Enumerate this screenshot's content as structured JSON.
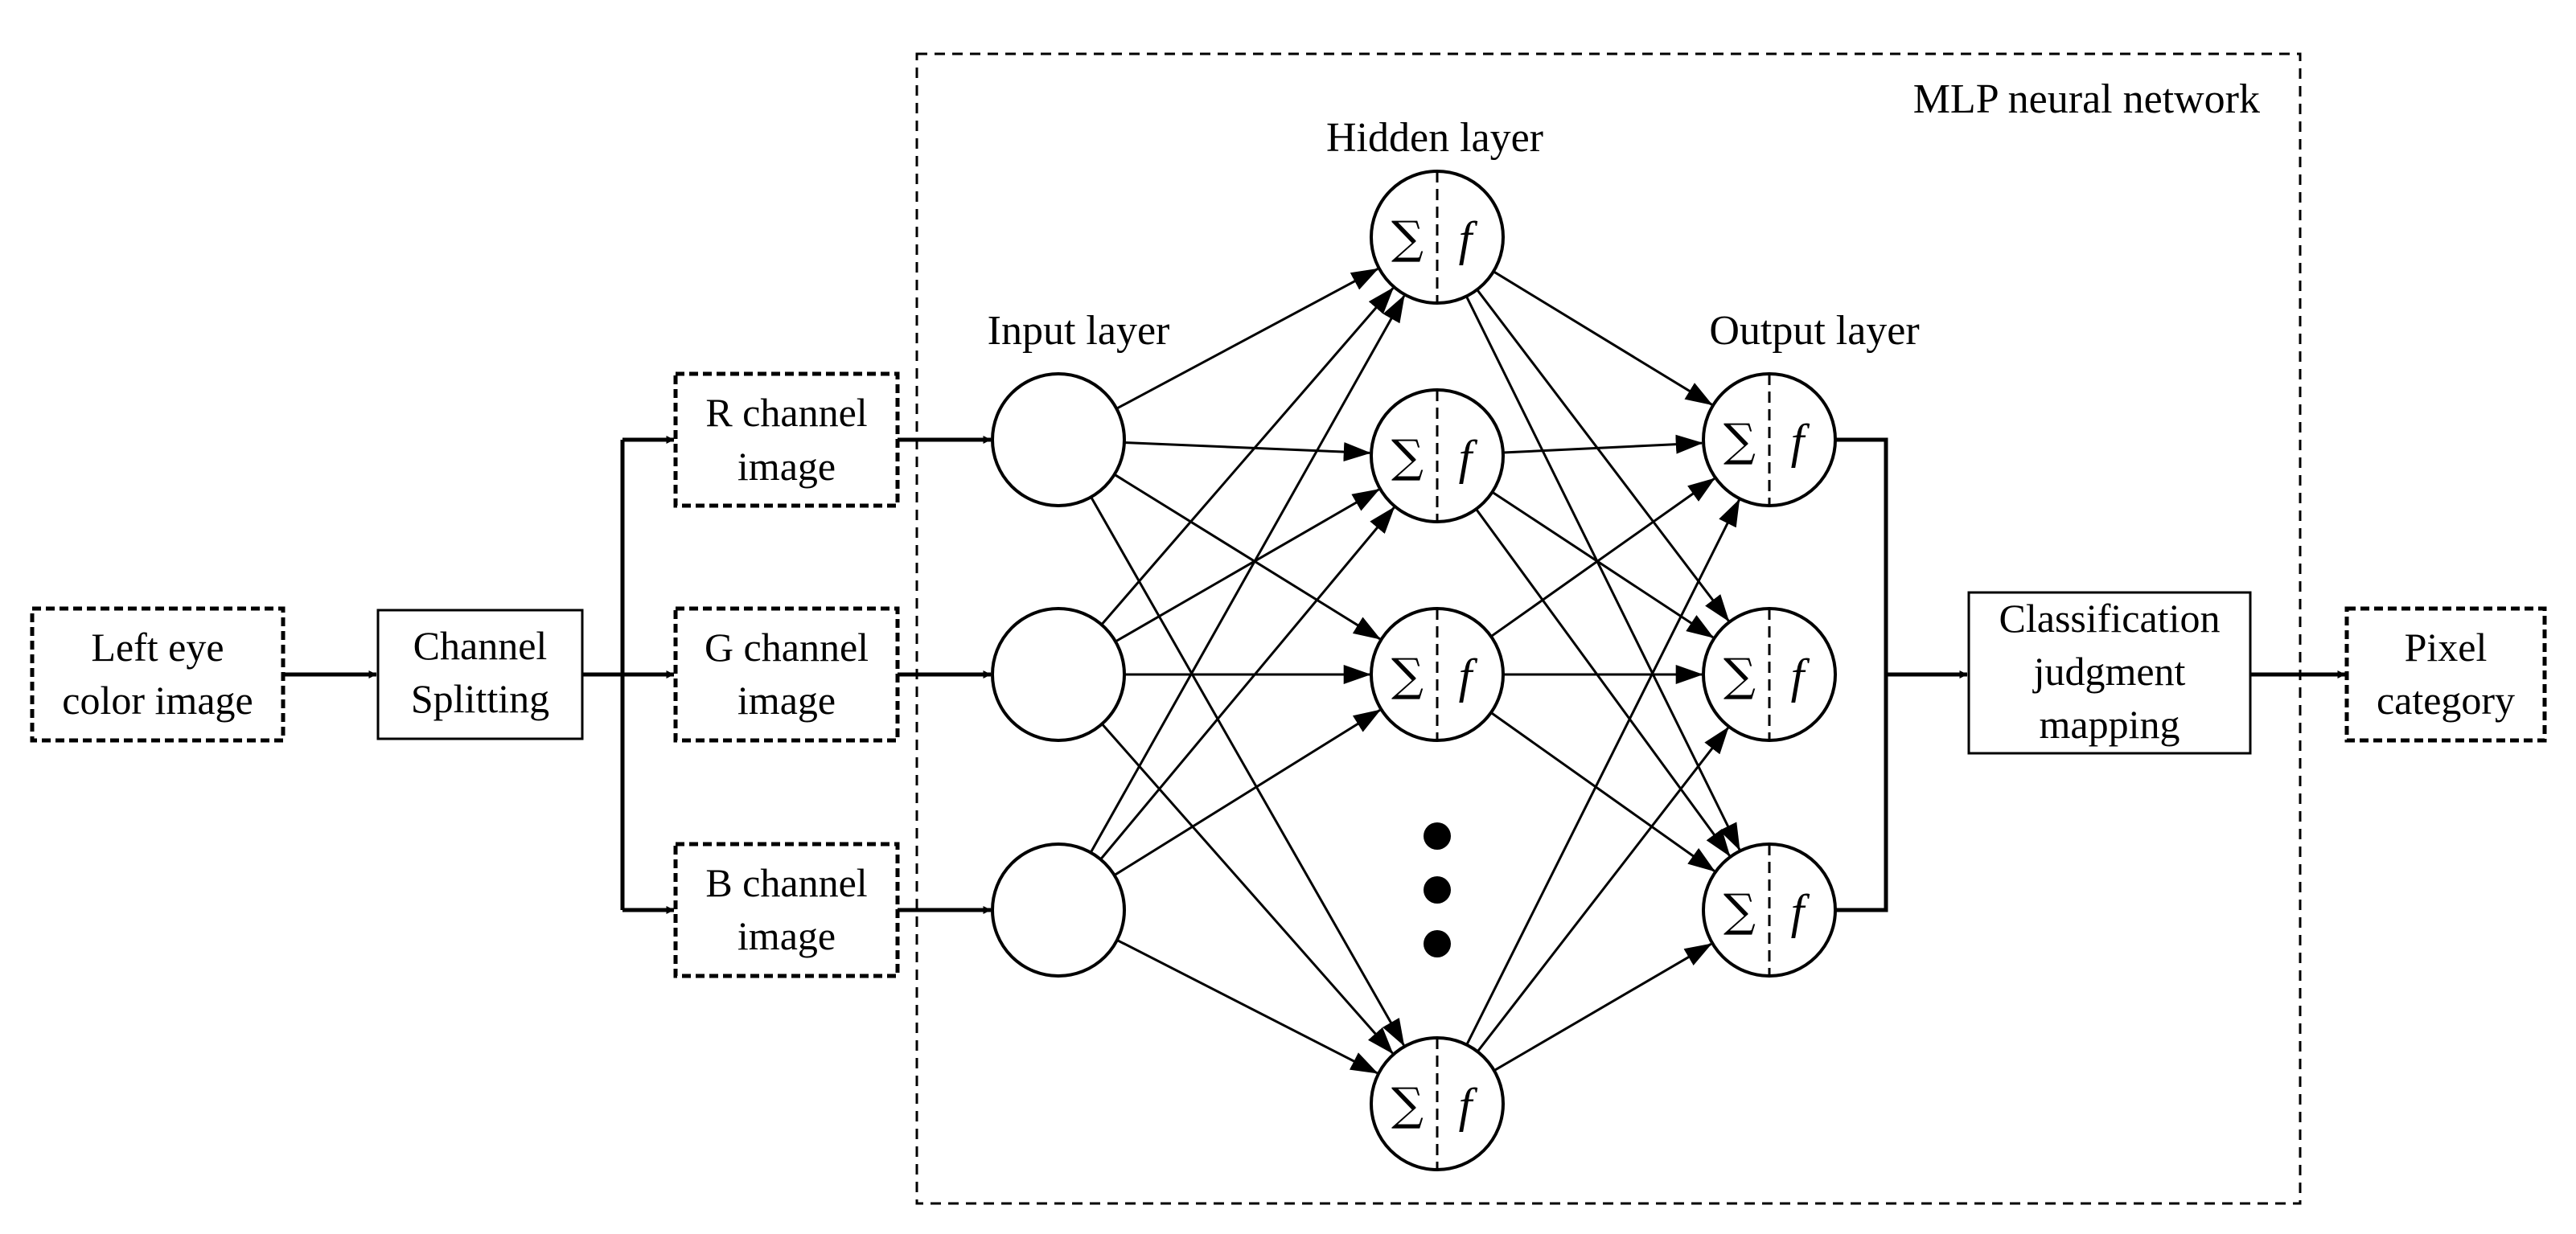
{
  "labels": {
    "mlp_title": "MLP neural network",
    "input_layer": "Input layer",
    "hidden_layer": "Hidden layer",
    "output_layer": "Output layer"
  },
  "blocks": {
    "left_eye": [
      "Left eye",
      "color image"
    ],
    "channel_splitting": [
      "Channel",
      "Splitting"
    ],
    "r_channel": [
      "R channel",
      "image"
    ],
    "g_channel": [
      "G channel",
      "image"
    ],
    "b_channel": [
      "B channel",
      "image"
    ],
    "classification": [
      "Classification",
      "judgment",
      "mapping"
    ],
    "pixel_category": [
      "Pixel",
      "category"
    ]
  },
  "neuron_symbols": {
    "sum": "∑",
    "activation": "f"
  },
  "colors": {
    "stroke": "#000000",
    "background": "#ffffff"
  }
}
